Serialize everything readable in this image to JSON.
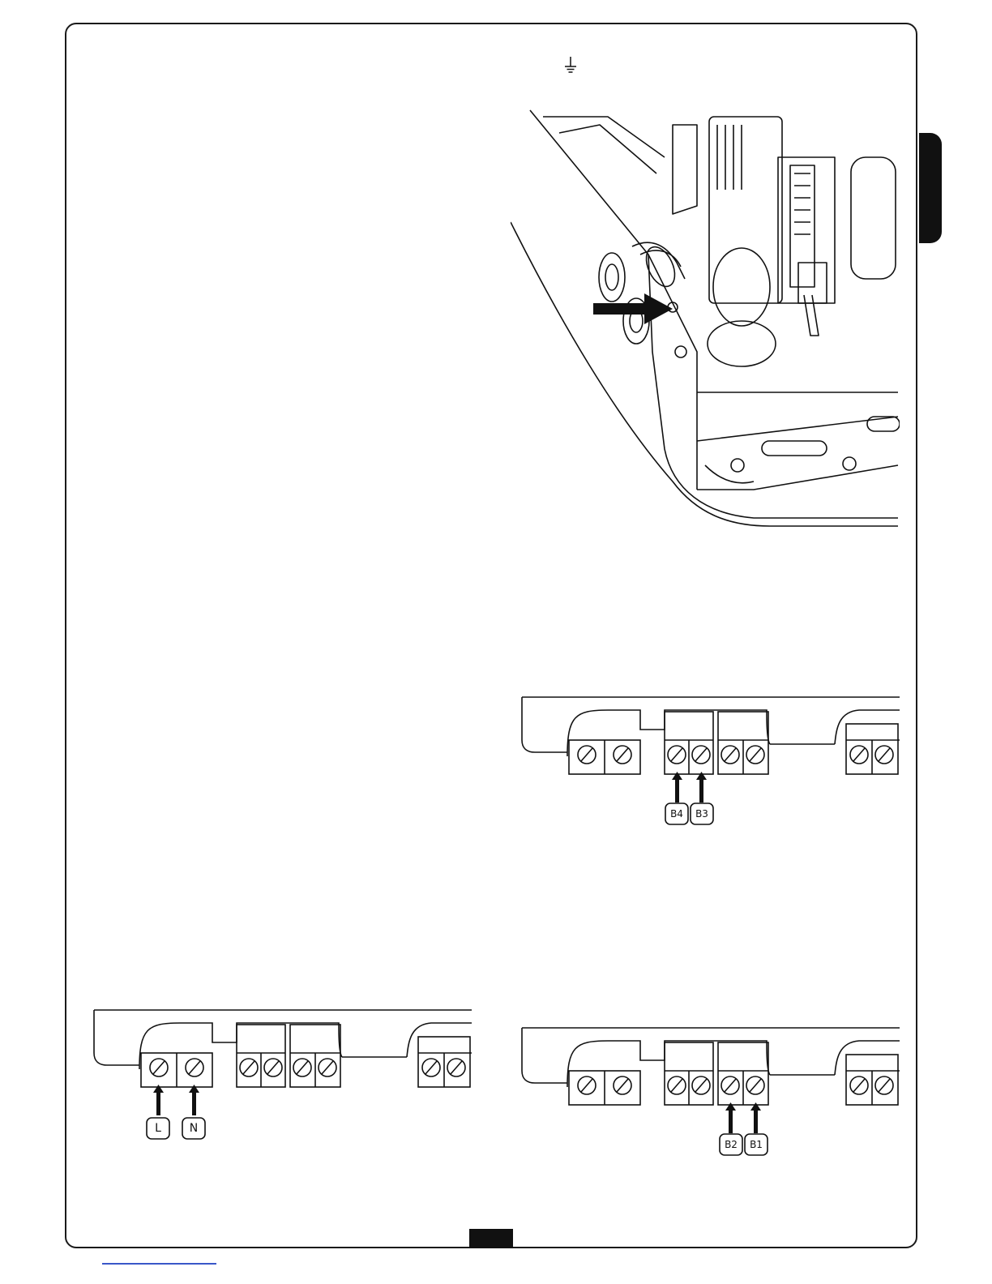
{
  "header": {
    "ground_symbol_icon": "earth-ground-icon"
  },
  "figures": {
    "installation_view": {
      "icon": "gearmotor-earth-screw-illustration",
      "arrow_icon": "pointer-arrow-icon"
    },
    "terminal_block_b4_b3": {
      "labels": [
        "B4",
        "B3"
      ]
    },
    "terminal_block_l_n": {
      "labels": [
        "L",
        "N"
      ]
    },
    "terminal_block_b2_b1": {
      "labels": [
        "B2",
        "B1"
      ]
    }
  },
  "colors": {
    "ink": "#111111",
    "frame": "#1a1a1a",
    "link": "#3a57c8"
  }
}
